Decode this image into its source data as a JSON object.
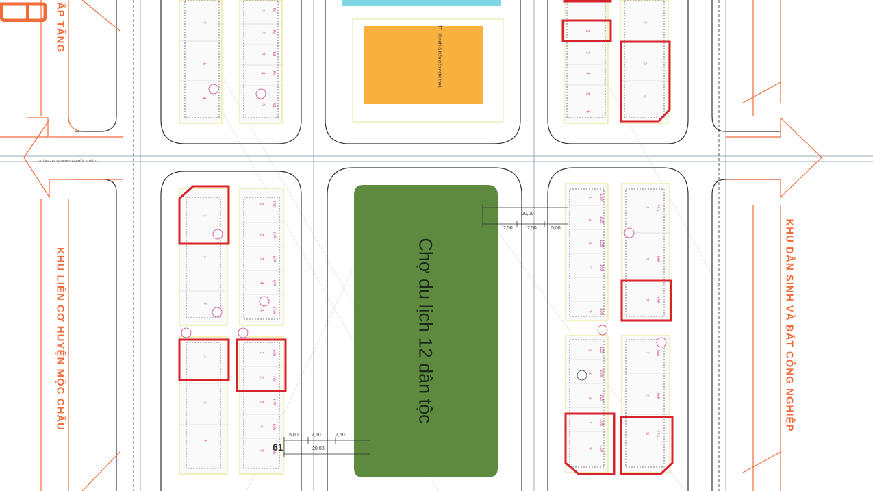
{
  "map": {
    "labels": {
      "west_top": "ẤP TĂNG",
      "west_zone": "KHU LIÊN CƠ HUYỆN MỘC CHÂU",
      "east_zone": "KHU DÂN SINH VÀ ĐẤT CÔNG NGHIỆP",
      "market": "Chợ du lịch 12 dân tộc",
      "culture_center": "TT Hội nghị & biểu diễn nghệ thuật",
      "road_note": "ĐƯỜNG ĐI QUA HUYỆN MỘC CHÂU"
    },
    "colors": {
      "accent": "#f26b3a",
      "highlight": "#d7232b",
      "market_green": "#5d8a3f",
      "culture_orange": "#f8b13f",
      "water_cyan": "#7fd6e6",
      "lot_pink": "#d23c8a",
      "block_border": "#333333",
      "road_line": "#9aa8b8"
    },
    "dimensions": {
      "top": [
        "20,00",
        "7,50",
        "7,50",
        "5,00"
      ],
      "bottom": [
        "5,00",
        "7,50",
        "7,50",
        "20,00"
      ],
      "section_mark": "61"
    },
    "lot_rows": {
      "nw_col_a": [
        "7",
        "8",
        "4"
      ],
      "nw_col_b": [
        "1",
        "2",
        "3",
        "4",
        "5"
      ],
      "nw_values_b": [
        "84",
        "84",
        "84",
        "84",
        "84"
      ],
      "sw_col_a": [
        "1",
        "1",
        "2",
        "1",
        "2",
        "3"
      ],
      "sw_col_b": [
        "1",
        "2",
        "3",
        "4",
        "5",
        "1",
        "2",
        "3",
        "4",
        "5"
      ],
      "sw_values_b": [
        "139",
        "105",
        "105",
        "105",
        "105",
        "105",
        "105",
        "105",
        "105",
        "105"
      ],
      "ne_col_a": [
        "2",
        "3",
        "4",
        "5",
        "6"
      ],
      "ne_col_b": [
        "2",
        "3",
        "4"
      ],
      "se_col_a": [
        "1",
        "2",
        "3",
        "4",
        "5",
        "1",
        "2",
        "3",
        "4",
        "5"
      ],
      "se_col_b": [
        "1",
        "1",
        "2",
        "1",
        "2",
        "3"
      ],
      "se_values_a": [
        "139",
        "105",
        "105",
        "105",
        "105",
        "105",
        "105",
        "105",
        "105",
        "139"
      ],
      "se_values_b": [
        "223",
        "168",
        "168",
        "168",
        "168",
        "223"
      ]
    }
  }
}
